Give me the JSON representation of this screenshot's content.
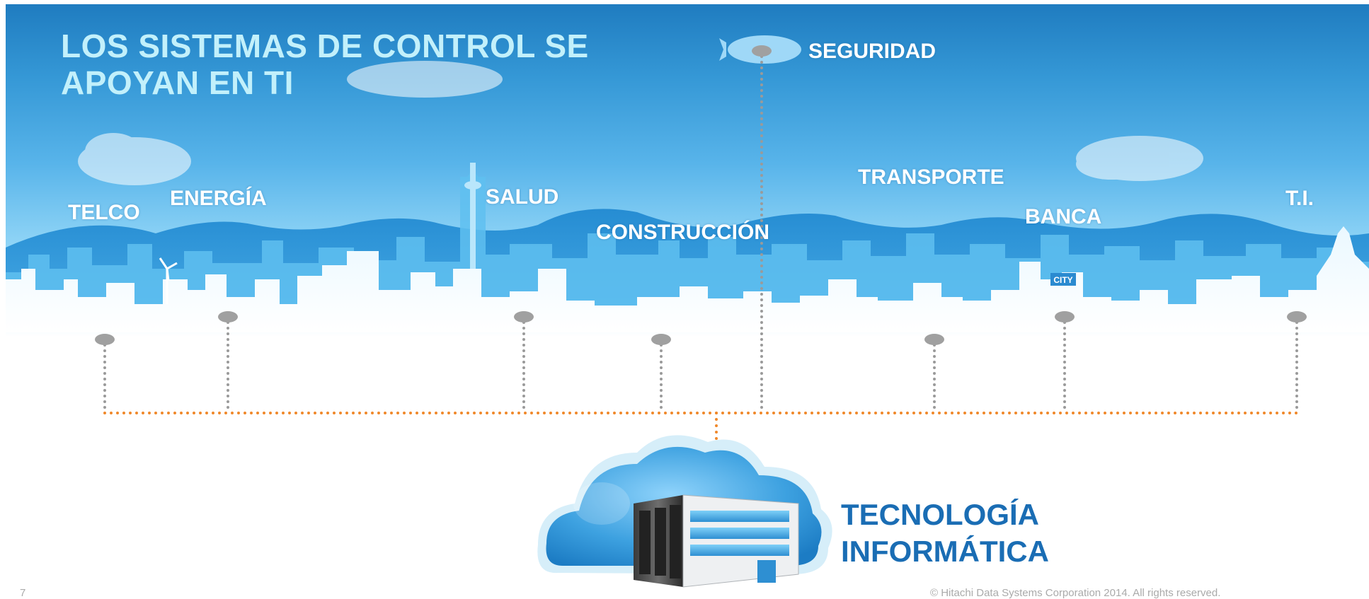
{
  "slide": {
    "title": "LOS SISTEMAS DE CONTROL SE APOYAN EN TI",
    "sectors": [
      {
        "key": "telco",
        "label": "TELCO"
      },
      {
        "key": "energia",
        "label": "ENERGÍA"
      },
      {
        "key": "salud",
        "label": "SALUD"
      },
      {
        "key": "construccion",
        "label": "CONSTRUCCIÓN"
      },
      {
        "key": "seguridad",
        "label": "SEGURIDAD"
      },
      {
        "key": "transporte",
        "label": "TRANSPORTE"
      },
      {
        "key": "banca",
        "label": "BANCA"
      },
      {
        "key": "ti",
        "label": "T.I."
      }
    ],
    "hub_label": "TECNOLOGÍA INFORMÁTICA",
    "building_sign": "CITY",
    "footer_page": "7",
    "footer_copyright": "© Hitachi Data Systems Corporation 2014. All rights reserved.",
    "colors": {
      "sky_top": "#1f7cc0",
      "title": "#c2f0fb",
      "hub_text": "#1a6db4",
      "bus_line": "#f0882a",
      "drop_line": "#9a9a9a",
      "cloud": "#45a9e3"
    }
  }
}
